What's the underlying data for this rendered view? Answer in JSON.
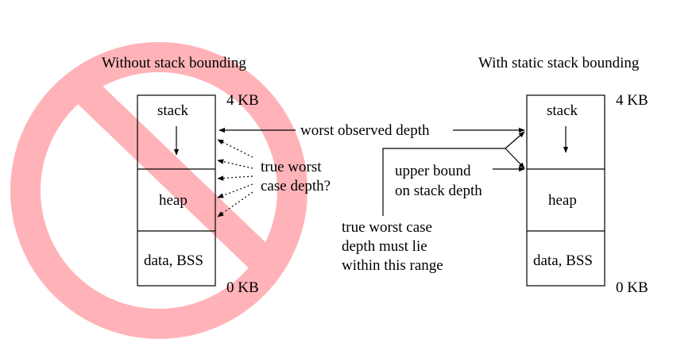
{
  "left": {
    "title": "Without stack bounding",
    "top_label": "4 KB",
    "bottom_label": "0 KB",
    "segments": {
      "stack": "stack",
      "heap": "heap",
      "data": "data, BSS"
    },
    "true_worst_line1": "true worst",
    "true_worst_line2": "case depth?"
  },
  "right": {
    "title": "With static stack bounding",
    "top_label": "4 KB",
    "bottom_label": "0 KB",
    "segments": {
      "stack": "stack",
      "heap": "heap",
      "data": "data, BSS"
    },
    "upper_bound_line1": "upper bound",
    "upper_bound_line2": "on stack depth"
  },
  "middle": {
    "worst_observed": "worst observed depth",
    "range_line1": "true worst case",
    "range_line2": "depth must lie",
    "range_line3": "within this range"
  },
  "colors": {
    "prohibition_sign": "#ffb3b8",
    "lines": "#000000"
  }
}
